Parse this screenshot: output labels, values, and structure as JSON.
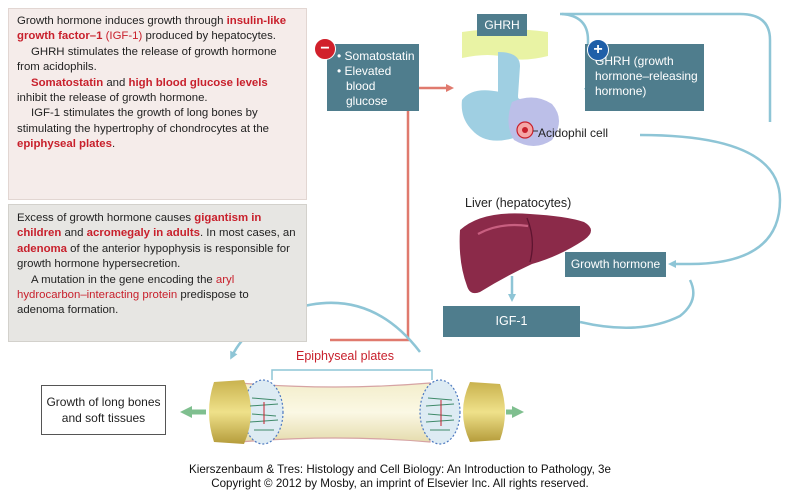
{
  "panel1": {
    "p1": {
      "a": "Growth hormone induces growth through ",
      "b": "insulin-like growth factor–1",
      "c": " (IGF-1)",
      "d": " produced by hepatocytes."
    },
    "p2": "GHRH stimulates the release of growth hormone from acidophils.",
    "p3": {
      "a": "Somatostatin",
      "b": " and ",
      "c": "high blood glucose levels",
      "d": " inhibit the release of growth hormone."
    },
    "p4": {
      "a": "IGF-1 stimulates the growth of long bones by stimulating the hypertrophy of chondrocytes at the ",
      "b": "epiphyseal plates",
      "c": "."
    }
  },
  "panel2": {
    "p1": {
      "a": "Excess of growth hormone causes ",
      "b": "gigantism in children",
      "c": " and ",
      "d": "acromegaly in adults",
      "e": ". In most cases, an ",
      "f": "adenoma",
      "g": " of the anterior hypophysis is responsible for growth hormone hypersecretion."
    },
    "p2": {
      "a": "A mutation in the gene encoding the ",
      "b": "aryl hydrocarbon–interacting protein",
      "c": " predispose to adenoma formation."
    }
  },
  "diagram": {
    "minus_sign": "−",
    "plus_sign": "+",
    "inhibitors": [
      "Somatostatin",
      "Elevated blood glucose levels"
    ],
    "ghrh_top": "GHRH",
    "ghrh_definition": "GHRH (growth hormone–releasing hormone)",
    "acidophil_label": "Acidophil cell",
    "liver_label": "Liver (hepatocytes)",
    "growth_hormone": "Growth hormone",
    "igf1": "IGF-1",
    "epiphyseal_plates": "Epiphyseal plates",
    "growth_target": "Growth of long bones and soft tissues"
  },
  "caption": {
    "line1": "Kierszenbaum & Tres: Histology and Cell Biology: An Introduction to Pathology, 3e",
    "line2": "Copyright © 2012 by Mosby, an imprint of Elsevier Inc. All rights reserved."
  },
  "colors": {
    "teal_box": "#4f7d8d",
    "arrow_blue": "#8ec5d6",
    "arrow_red": "#e07a6e",
    "highlight_red": "#c8202c",
    "liver": "#8b2a49"
  }
}
